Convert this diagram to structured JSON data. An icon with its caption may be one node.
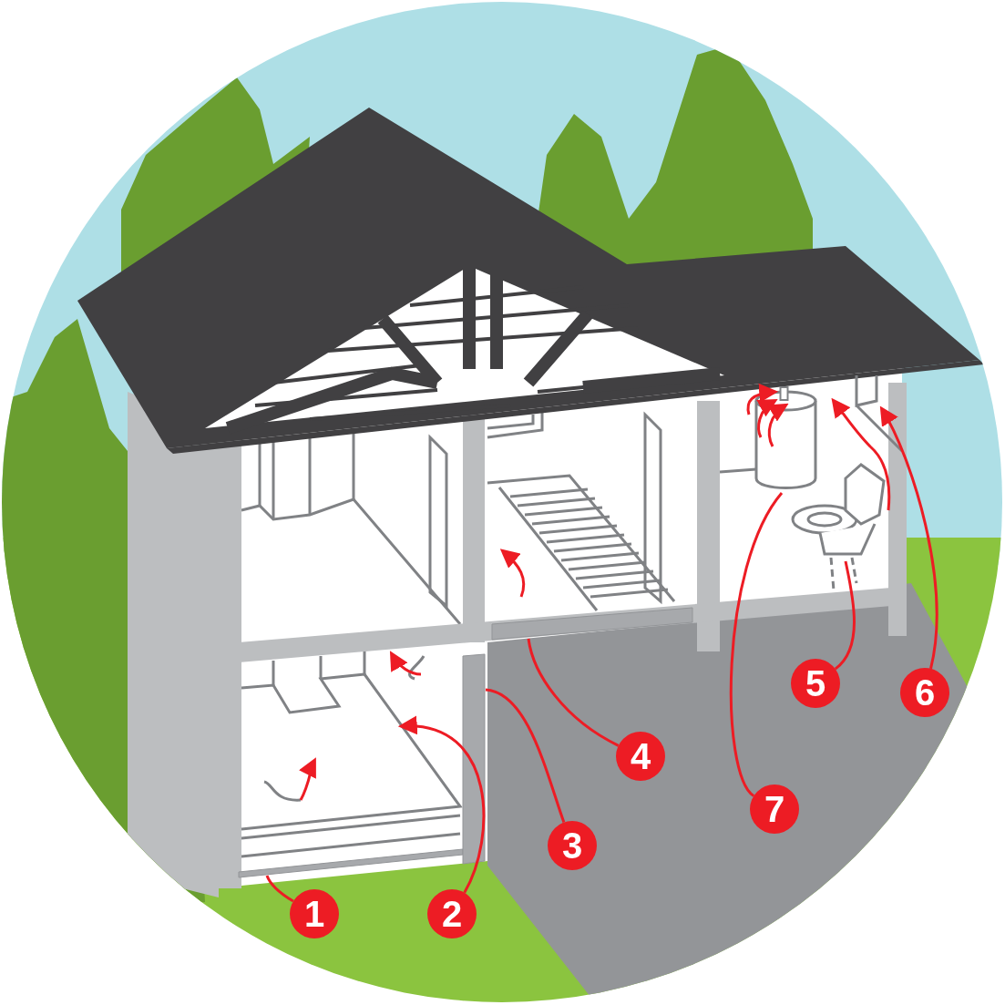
{
  "diagram": {
    "nodes": [
      {
        "text": [
          "1"
        ]
      },
      {
        "text": [
          "2"
        ]
      },
      {
        "text": [
          "3"
        ]
      },
      {
        "text": [
          "4"
        ]
      },
      {
        "text": [
          "5"
        ]
      },
      {
        "text": [
          "6"
        ]
      },
      {
        "text": [
          "7"
        ]
      },
      {
        "text": [],
        "shape": "bar"
      },
      {
        "text": [],
        "shape": "picture"
      },
      {
        "text": [],
        "shape": "bar"
      },
      {
        "text": [],
        "shape": "bar"
      },
      {
        "text": [],
        "shape": "picture"
      },
      {
        "text": [],
        "shape": "picture"
      },
      {
        "text": [],
        "shape": "cylinder"
      }
    ],
    "edges": [
      {
        "from": 0,
        "to": 7,
        "arrow": "none"
      },
      {
        "from": 1,
        "to": 8,
        "arrow": "to"
      },
      {
        "from": 2,
        "to": 9,
        "arrow": "none"
      },
      {
        "from": 3,
        "to": 10,
        "arrow": "none"
      },
      {
        "from": 4,
        "to": 11,
        "arrow": "none"
      },
      {
        "from": 5,
        "to": 12,
        "arrow": "to"
      },
      {
        "from": 6,
        "to": 13,
        "arrow": "none"
      }
    ]
  }
}
